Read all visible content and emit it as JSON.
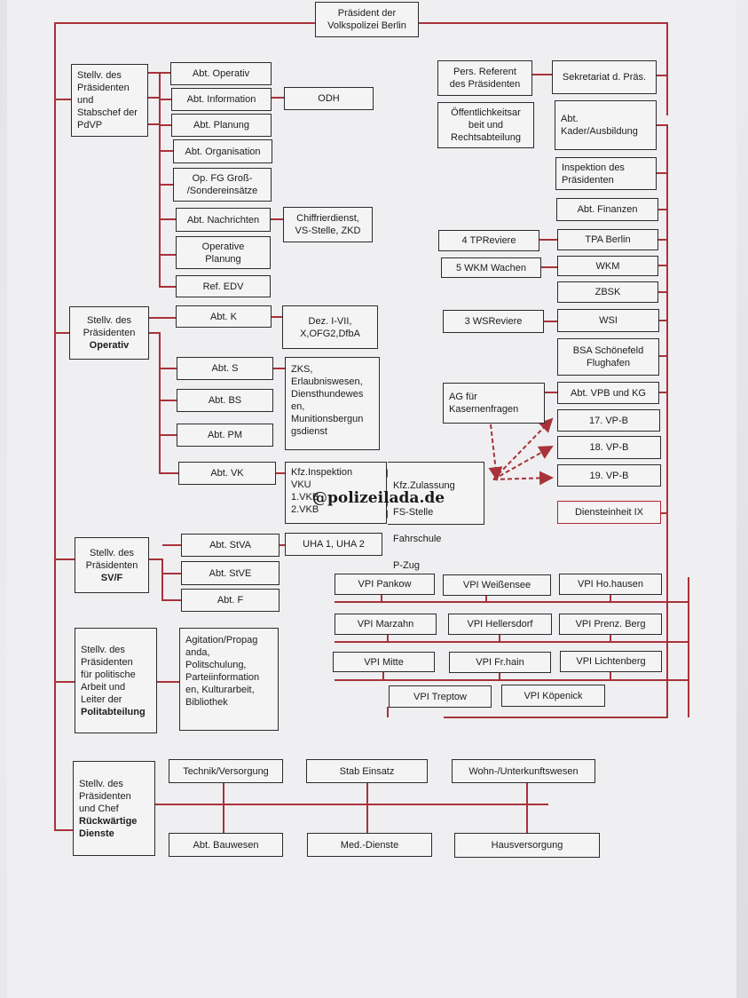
{
  "president": "Präsident der\nVolkspolizei Berlin",
  "stabschef": {
    "label": "Stellv. des\nPräsidenten\nund",
    "bold": "Stabschef der\nPdVP",
    "departments": [
      "Abt. Operativ",
      "Abt. Information",
      "Abt. Planung",
      "Abt. Organisation",
      "Op. FG Groß-\n/Sondereinsätze",
      "Abt. Nachrichten",
      "Operative\nPlanung",
      "Ref. EDV"
    ],
    "odh": "ODH",
    "chiffrier": "Chiffrierdienst,\nVS-Stelle, ZKD"
  },
  "operativ": {
    "label": "Stellv. des\nPräsidenten",
    "bold": "Operativ",
    "departments": [
      "Abt. K",
      "Abt. S",
      "Abt. BS",
      "Abt. PM",
      "Abt. VK"
    ],
    "dez": "Dez. I-VII,\nX,OFG2,DfbA",
    "zks": "ZKS,\nErlaubniswesen,\nDiensthundewes\nen,\nMunitionsbergun\ngsdienst",
    "kfz": "Kfz.Inspektion\nVKU\n1.VKB\n2.VKB",
    "kfz_zul": [
      "Kfz.Zulassung",
      "FS-Stelle",
      "Fahrschule",
      "P-Zug"
    ]
  },
  "svf": {
    "label": "Stellv. des\nPräsidenten",
    "bold": "SV/F",
    "departments": [
      "Abt. StVA",
      "Abt. StVE",
      "Abt. F"
    ],
    "uha": "UHA 1, UHA 2"
  },
  "politik": {
    "label": "Stellv. des\nPräsidenten\nfür politische\nArbeit und\nLeiter der",
    "bold": "Politabteilung",
    "tasks": "Agitation/Propag\nanda,\nPolitschulung,\nParteiinformation\nen, Kulturarbeit,\nBibliothek"
  },
  "rueck": {
    "label": "Stellv. des\nPräsidenten\nund Chef",
    "bold": "Rückwärtige\nDienste",
    "top": [
      "Technik/Versorgung",
      "Stab Einsatz",
      "Wohn-/Unterkunftswesen"
    ],
    "bottom": [
      "Abt. Bauwesen",
      "Med.-Dienste",
      "Hausversorgung"
    ]
  },
  "right": {
    "pers_ref": "Pers. Referent\ndes Präsidenten",
    "oeffentlichkeit": "Öffentlichkeitsar\nbeit und\nRechtsabteilung",
    "sekretariat": "Sekretariat d. Präs.",
    "kader": "Abt.\nKader/Ausbildung",
    "inspektion": "Inspektion des\nPräsidenten",
    "finanzen": "Abt. Finanzen",
    "tp_reviere": "4 TPReviere",
    "tpa": "TPA Berlin",
    "wkm_wachen": "5 WKM Wachen",
    "wkm": "WKM",
    "zbsk": "ZBSK",
    "ws_reviere": "3 WSReviere",
    "wsi": "WSI",
    "bsa": "BSA Schönefeld\nFlughafen",
    "ag": "AG für\nKasernenfragen",
    "vpb_kg": "Abt. VPB und KG",
    "vpb": [
      "17. VP-B",
      "18. VP-B",
      "19. VP-B"
    ],
    "ix": "Diensteinheit IX"
  },
  "vpi": {
    "row1": [
      "VPI Pankow",
      "VPI Weißensee",
      "VPI Ho.hausen"
    ],
    "row2": [
      "VPI Marzahn",
      "VPI Hellersdorf",
      "VPI Prenz. Berg"
    ],
    "row3": [
      "VPI Mitte",
      "VPI Fr.hain",
      "VPI Lichtenberg"
    ],
    "row4": [
      "VPI Treptow",
      "VPI Köpenick"
    ]
  },
  "watermark": "@polizeilada.de",
  "colors": {
    "line": "#a8323a",
    "box_border": "#2b2b2b",
    "paper": "#efeff1"
  }
}
